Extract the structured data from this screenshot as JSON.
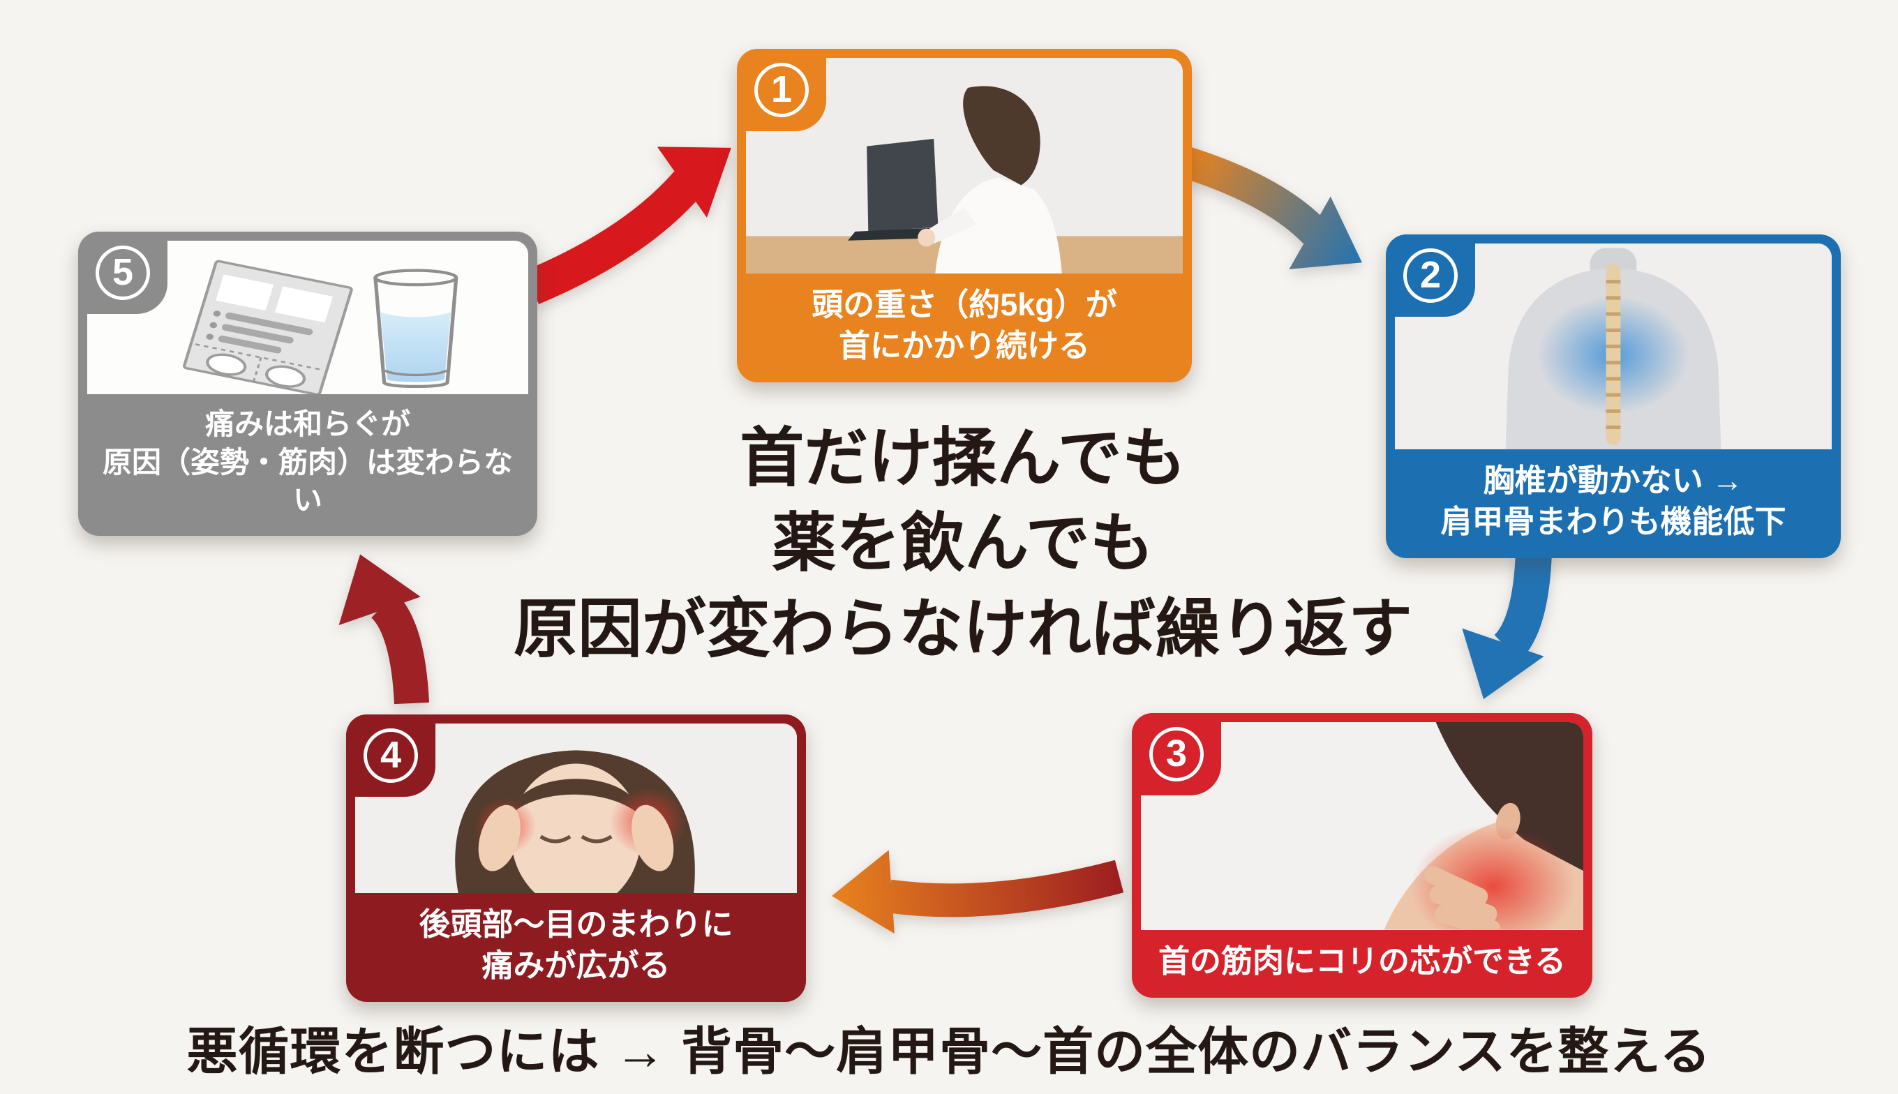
{
  "page": {
    "background_color": "#f5f4f1",
    "text_color": "#231813",
    "center_message": {
      "lines": [
        "首だけ揉んでも",
        "薬を飲んでも",
        "原因が変わらなければ繰り返す"
      ]
    },
    "bottom_message": "悪循環を断つには → 背骨〜肩甲骨〜首の全体のバランスを整える"
  },
  "steps": [
    {
      "number": "1",
      "accent_color": "#E8831F",
      "image": "woman-working-at-laptop-photo",
      "caption_lines": [
        "頭の重さ（約5kg）が",
        "首にかかり続ける"
      ]
    },
    {
      "number": "2",
      "accent_color": "#1C6FB0",
      "image": "stiff-thoracic-spine-back-photo",
      "caption_lines": [
        "胸椎が動かない →",
        "肩甲骨まわりも機能低下"
      ]
    },
    {
      "number": "3",
      "accent_color": "#D6232B",
      "image": "neck-muscle-knot-photo",
      "caption_lines": [
        "首の筋肉にコリの芯ができる"
      ]
    },
    {
      "number": "4",
      "accent_color": "#8E1B20",
      "image": "headache-around-eyes-photo",
      "caption_lines": [
        "後頭部〜目のまわりに",
        "痛みが広がる"
      ]
    },
    {
      "number": "5",
      "accent_color": "#8C8C8C",
      "image": "medicine-and-water-illustration",
      "caption_lines": [
        "痛みは和らぐが",
        "原因（姿勢・筋肉）は変わらない"
      ]
    }
  ],
  "arrows": [
    {
      "name": "step5-to-step1",
      "color": "#D7191E"
    },
    {
      "name": "step1-to-step2",
      "color_start": "#E8831F",
      "color_end": "#2273B4"
    },
    {
      "name": "step2-to-step3",
      "color": "#2273B4"
    },
    {
      "name": "step3-to-step4",
      "color_start": "#E8831F",
      "color_end": "#9E1E20"
    },
    {
      "name": "step4-to-step5",
      "color": "#9D2125"
    }
  ]
}
